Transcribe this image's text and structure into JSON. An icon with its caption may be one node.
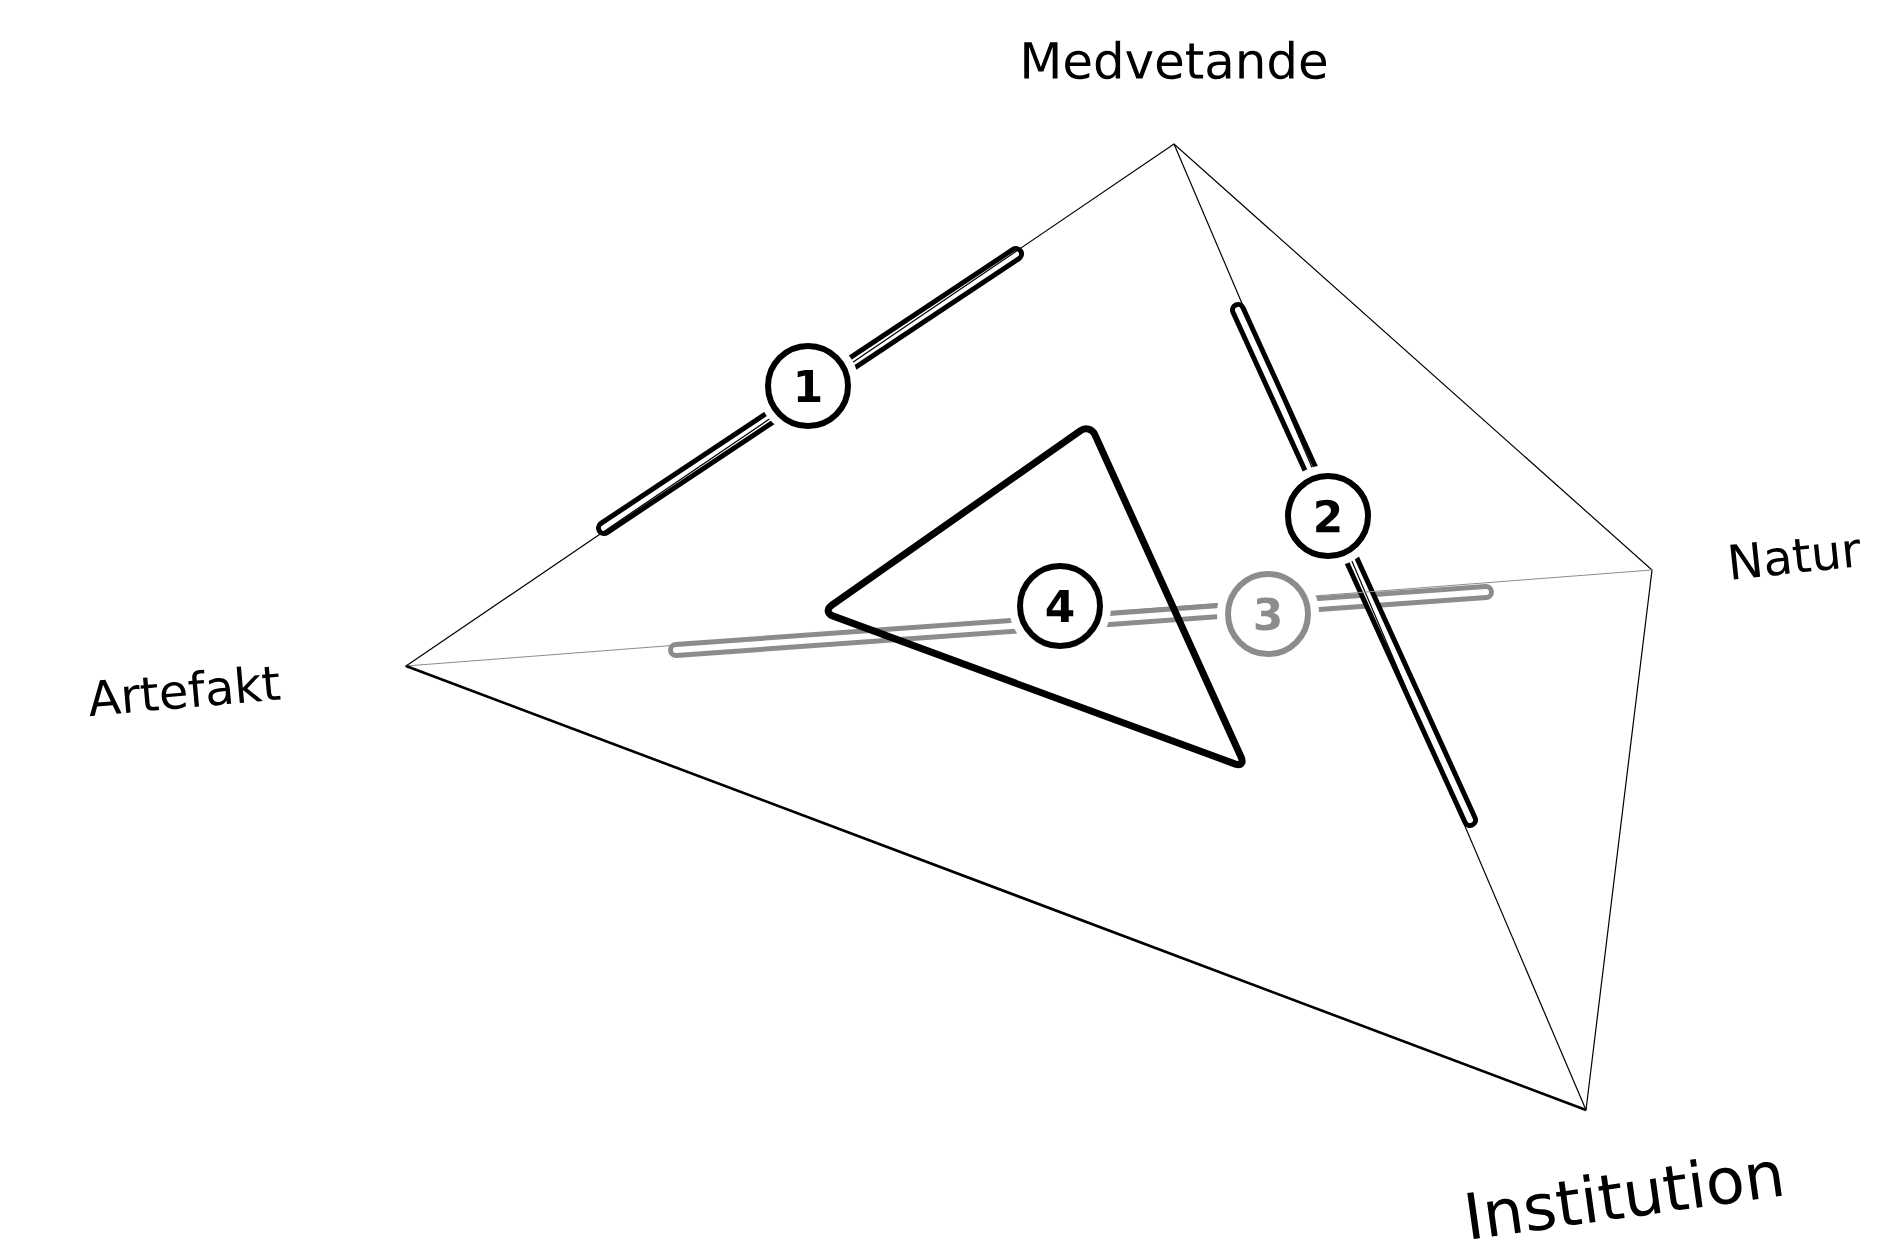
{
  "diagram": {
    "nodes": [
      {
        "text": [
          "1"
        ]
      },
      {
        "text": [
          "2"
        ]
      },
      {
        "text": [
          "3"
        ]
      },
      {
        "text": [
          "4"
        ]
      }
    ],
    "labels": [
      "Medvetande",
      "Natur",
      "Artefakt",
      "Institution"
    ]
  }
}
